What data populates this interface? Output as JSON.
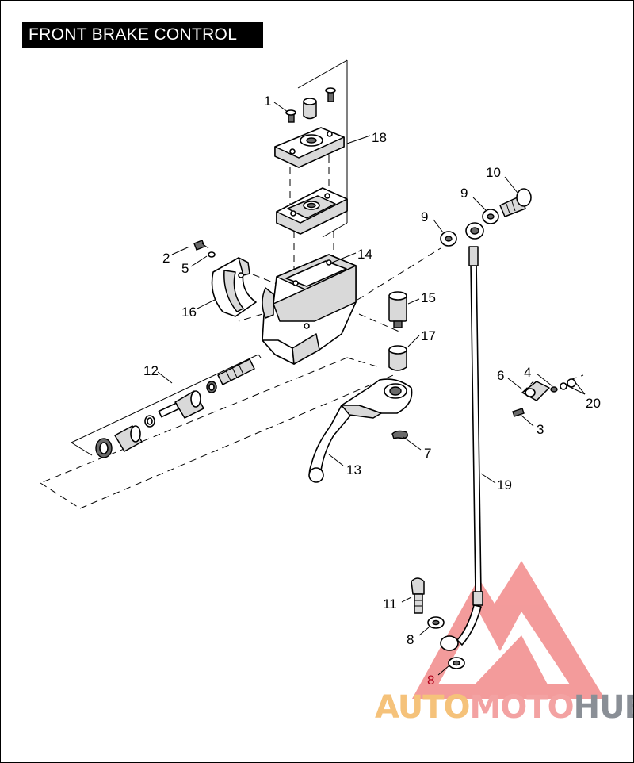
{
  "title": "FRONT BRAKE CONTROL",
  "callouts": [
    {
      "id": "c1",
      "label": "1"
    },
    {
      "id": "c18",
      "label": "18"
    },
    {
      "id": "c10",
      "label": "10"
    },
    {
      "id": "c9a",
      "label": "9"
    },
    {
      "id": "c9b",
      "label": "9"
    },
    {
      "id": "c2",
      "label": "2"
    },
    {
      "id": "c5",
      "label": "5"
    },
    {
      "id": "c14",
      "label": "14"
    },
    {
      "id": "c16",
      "label": "16"
    },
    {
      "id": "c15",
      "label": "15"
    },
    {
      "id": "c17",
      "label": "17"
    },
    {
      "id": "c12",
      "label": "12"
    },
    {
      "id": "c6",
      "label": "6"
    },
    {
      "id": "c4",
      "label": "4"
    },
    {
      "id": "c20",
      "label": "20"
    },
    {
      "id": "c3",
      "label": "3"
    },
    {
      "id": "c7",
      "label": "7"
    },
    {
      "id": "c13",
      "label": "13"
    },
    {
      "id": "c19",
      "label": "19"
    },
    {
      "id": "c11",
      "label": "11"
    },
    {
      "id": "c8a",
      "label": "8"
    },
    {
      "id": "c8b",
      "label": "8"
    }
  ],
  "watermark": {
    "part1": "AUTO",
    "part2": "MOTO",
    "part3": "HUB",
    "colors": {
      "part1": "#f5c27a",
      "part2": "#f3a2a2",
      "part3": "#8a8f96",
      "logo": "#f07a7a"
    }
  }
}
